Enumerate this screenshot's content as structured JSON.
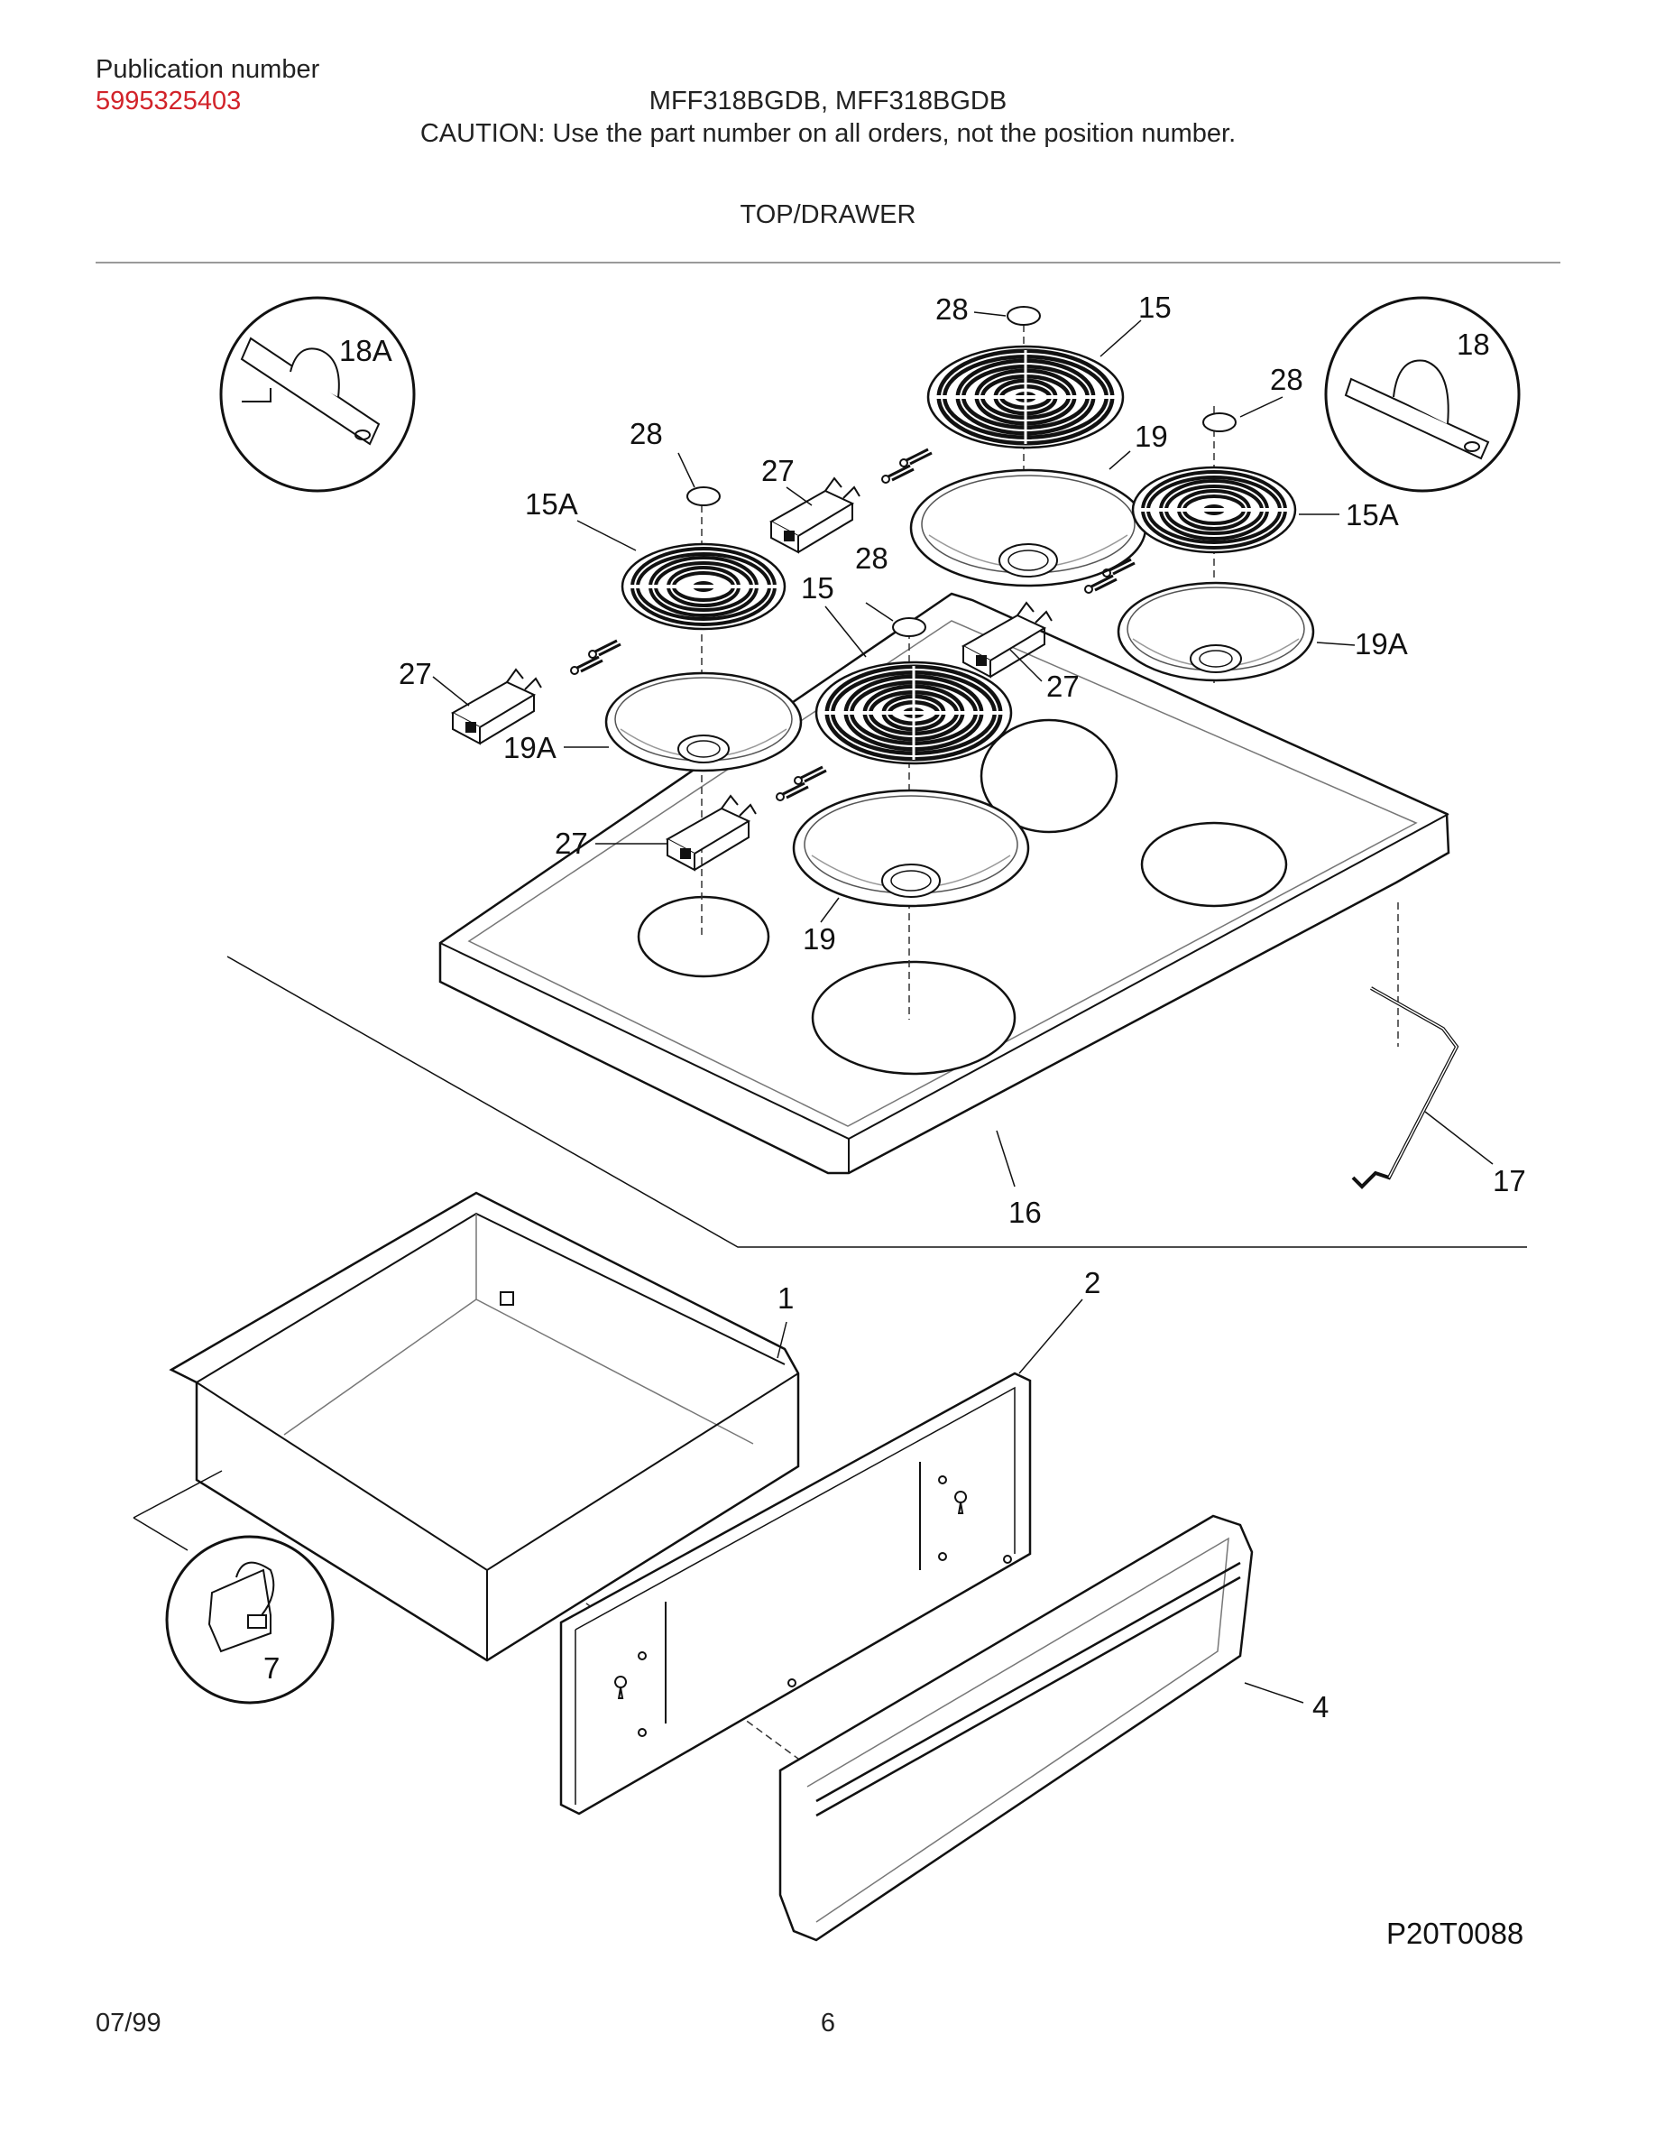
{
  "header": {
    "publication_label": "Publication number",
    "publication_number": "5995325403",
    "model_title": "MFF318BGDB, MFF318BGDB",
    "caution": "CAUTION:  Use the part number on all orders, not the position number.",
    "section_title": "TOP/DRAWER"
  },
  "diagram": {
    "callouts": {
      "c28a": "28",
      "c15a": "15",
      "c18": "18",
      "c28b": "28",
      "c18A": "18A",
      "c28c": "28",
      "c27a": "27",
      "c19a": "19",
      "c15A_left": "15A",
      "c15A_right": "15A",
      "c28d": "28",
      "c15b": "15",
      "c19A_right": "19A",
      "c27b": "27",
      "c27c": "27",
      "c19A_left": "19A",
      "c27d": "27",
      "c19b": "19",
      "c16": "16",
      "c17": "17",
      "c1": "1",
      "c2": "2",
      "c4": "4",
      "c7": "7"
    },
    "drawing_id": "P20T0088"
  },
  "footer": {
    "date": "07/99",
    "page": "6"
  },
  "colors": {
    "accent_red": "#d2232a",
    "line": "#1a1a1a",
    "rule": "#9a9a9a"
  }
}
